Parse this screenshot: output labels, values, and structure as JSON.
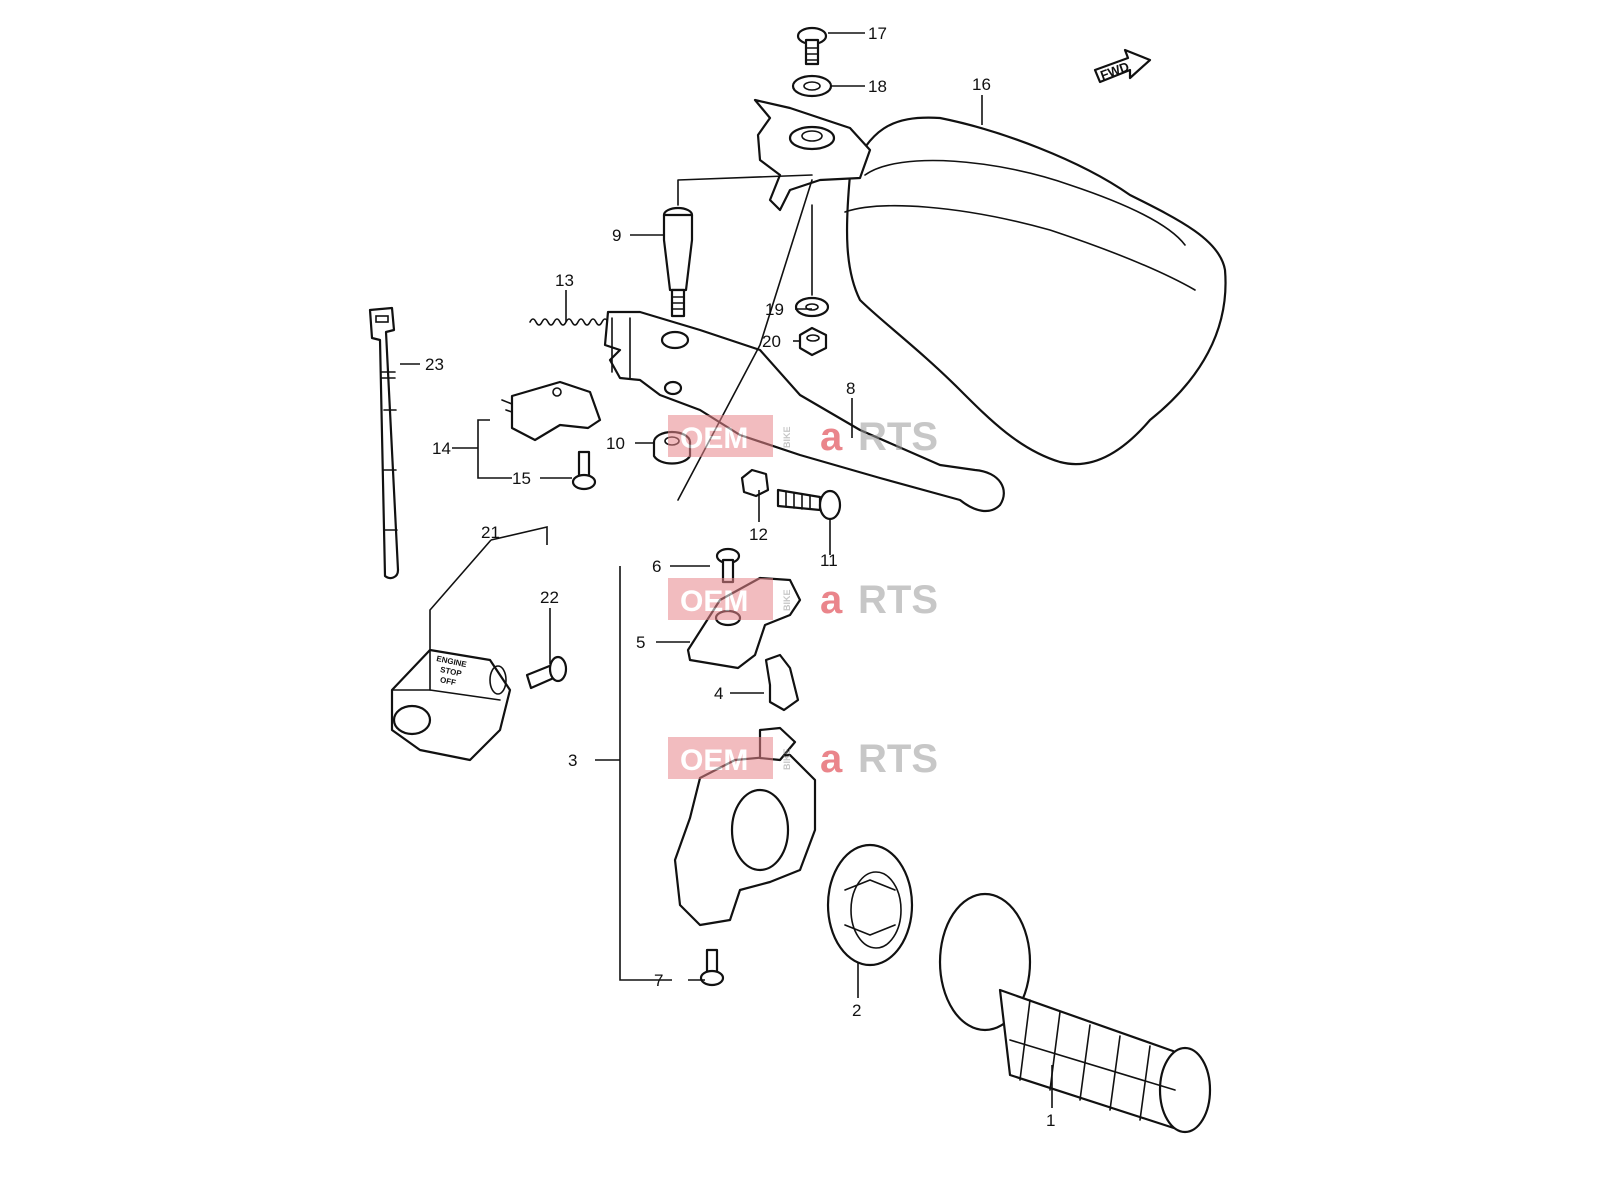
{
  "fwd_label": "FWD",
  "switch_face_text": [
    "ENGINE",
    "STOP",
    "OFF"
  ],
  "callouts": [
    {
      "id": "1",
      "text": "1"
    },
    {
      "id": "2",
      "text": "2"
    },
    {
      "id": "3",
      "text": "3"
    },
    {
      "id": "4",
      "text": "4"
    },
    {
      "id": "5",
      "text": "5"
    },
    {
      "id": "6",
      "text": "6"
    },
    {
      "id": "7",
      "text": "7"
    },
    {
      "id": "8",
      "text": "8"
    },
    {
      "id": "9",
      "text": "9"
    },
    {
      "id": "10",
      "text": "10"
    },
    {
      "id": "11",
      "text": "11"
    },
    {
      "id": "12",
      "text": "12"
    },
    {
      "id": "13",
      "text": "13"
    },
    {
      "id": "14",
      "text": "14"
    },
    {
      "id": "15",
      "text": "15"
    },
    {
      "id": "16",
      "text": "16"
    },
    {
      "id": "17",
      "text": "17"
    },
    {
      "id": "18",
      "text": "18"
    },
    {
      "id": "19",
      "text": "19"
    },
    {
      "id": "20",
      "text": "20"
    },
    {
      "id": "21",
      "text": "21"
    },
    {
      "id": "22",
      "text": "22"
    },
    {
      "id": "23",
      "text": "23"
    }
  ],
  "watermark": {
    "text": "OEM",
    "side": "BIKE",
    "suffix": "RTS",
    "highlight": "a",
    "brand_color": "#d9232e"
  }
}
